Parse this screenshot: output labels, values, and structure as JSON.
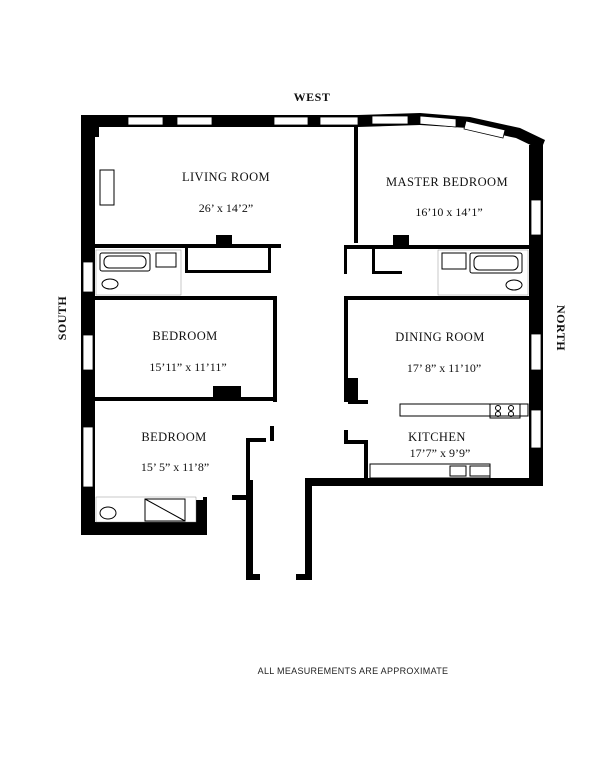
{
  "compass": {
    "north": "NORTH",
    "south": "SOUTH",
    "west": "WEST"
  },
  "rooms": [
    {
      "id": "living-room",
      "name": "LIVING ROOM",
      "dims": "26’ x 14’2”"
    },
    {
      "id": "master-bedroom",
      "name": "MASTER BEDROOM",
      "dims": "16’10 x 14’1”"
    },
    {
      "id": "bedroom-1",
      "name": "BEDROOM",
      "dims": "15’11” x 11’11”"
    },
    {
      "id": "dining-room",
      "name": "DINING ROOM",
      "dims": "17’ 8” x 11’10”"
    },
    {
      "id": "bedroom-2",
      "name": "BEDROOM",
      "dims": "15’ 5” x 11’8”"
    },
    {
      "id": "kitchen",
      "name": "KITCHEN",
      "dims": "17’7” x 9’9”"
    }
  ],
  "footer_note": "ALL MEASUREMENTS ARE APPROXIMATE",
  "colors": {
    "wall": "#000000",
    "background": "#ffffff"
  }
}
